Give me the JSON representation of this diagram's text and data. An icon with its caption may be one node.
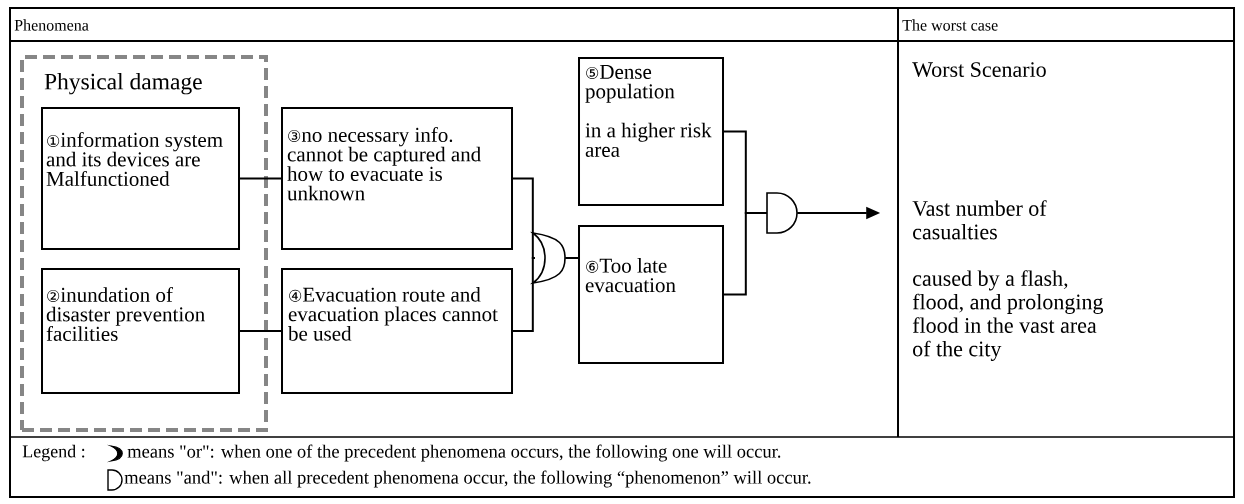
{
  "diagram": {
    "nodes": [
      {
        "text": [
          "Physical damage"
        ]
      },
      {
        "text": [
          "①information system and its devices are Malfunctioned"
        ],
        "in": 0
      },
      {
        "text": [
          "②inundation of disaster prevention facilities"
        ],
        "in": 0
      },
      {
        "text": [
          "③no necessary info. cannot be captured and how to evacuate is unknown"
        ]
      },
      {
        "text": [
          "④Evacuation route and evacuation places cannot be used"
        ]
      },
      {
        "text": [],
        "shape": "gate"
      },
      {
        "text": [
          "⑤Dense population",
          "in a higher risk area"
        ]
      },
      {
        "text": [
          "⑥Too late evacuation"
        ]
      },
      {
        "text": [],
        "shape": "gate"
      }
    ],
    "edges": [
      {
        "from": 1,
        "to": 3,
        "arrow": "none"
      },
      {
        "from": 2,
        "to": 4,
        "arrow": "none"
      },
      {
        "from": 3,
        "to": 5,
        "arrow": "none"
      },
      {
        "from": 4,
        "to": 5,
        "arrow": "none"
      },
      {
        "from": 5,
        "to": 7,
        "arrow": "none"
      },
      {
        "from": 6,
        "to": 8,
        "arrow": "none"
      },
      {
        "from": 7,
        "to": 8,
        "arrow": "none"
      },
      {
        "from": 8,
        "to": null,
        "arrow": "to"
      }
    ],
    "labels": [
      "Phenomena",
      "The worst case",
      "Worst Scenario",
      "Vast number of casualties",
      "caused by a flash, flood, and prolonging flood in the vast area of the city",
      "Legend :"
    ],
    "legend": [
      {
        "text": "means \"or\": when one of the precedent phenomena occurs, the following one will occur."
      },
      {
        "text": "means \"and\": when all precedent phenomena occur, the following “phenomenon” will occur."
      }
    ]
  }
}
